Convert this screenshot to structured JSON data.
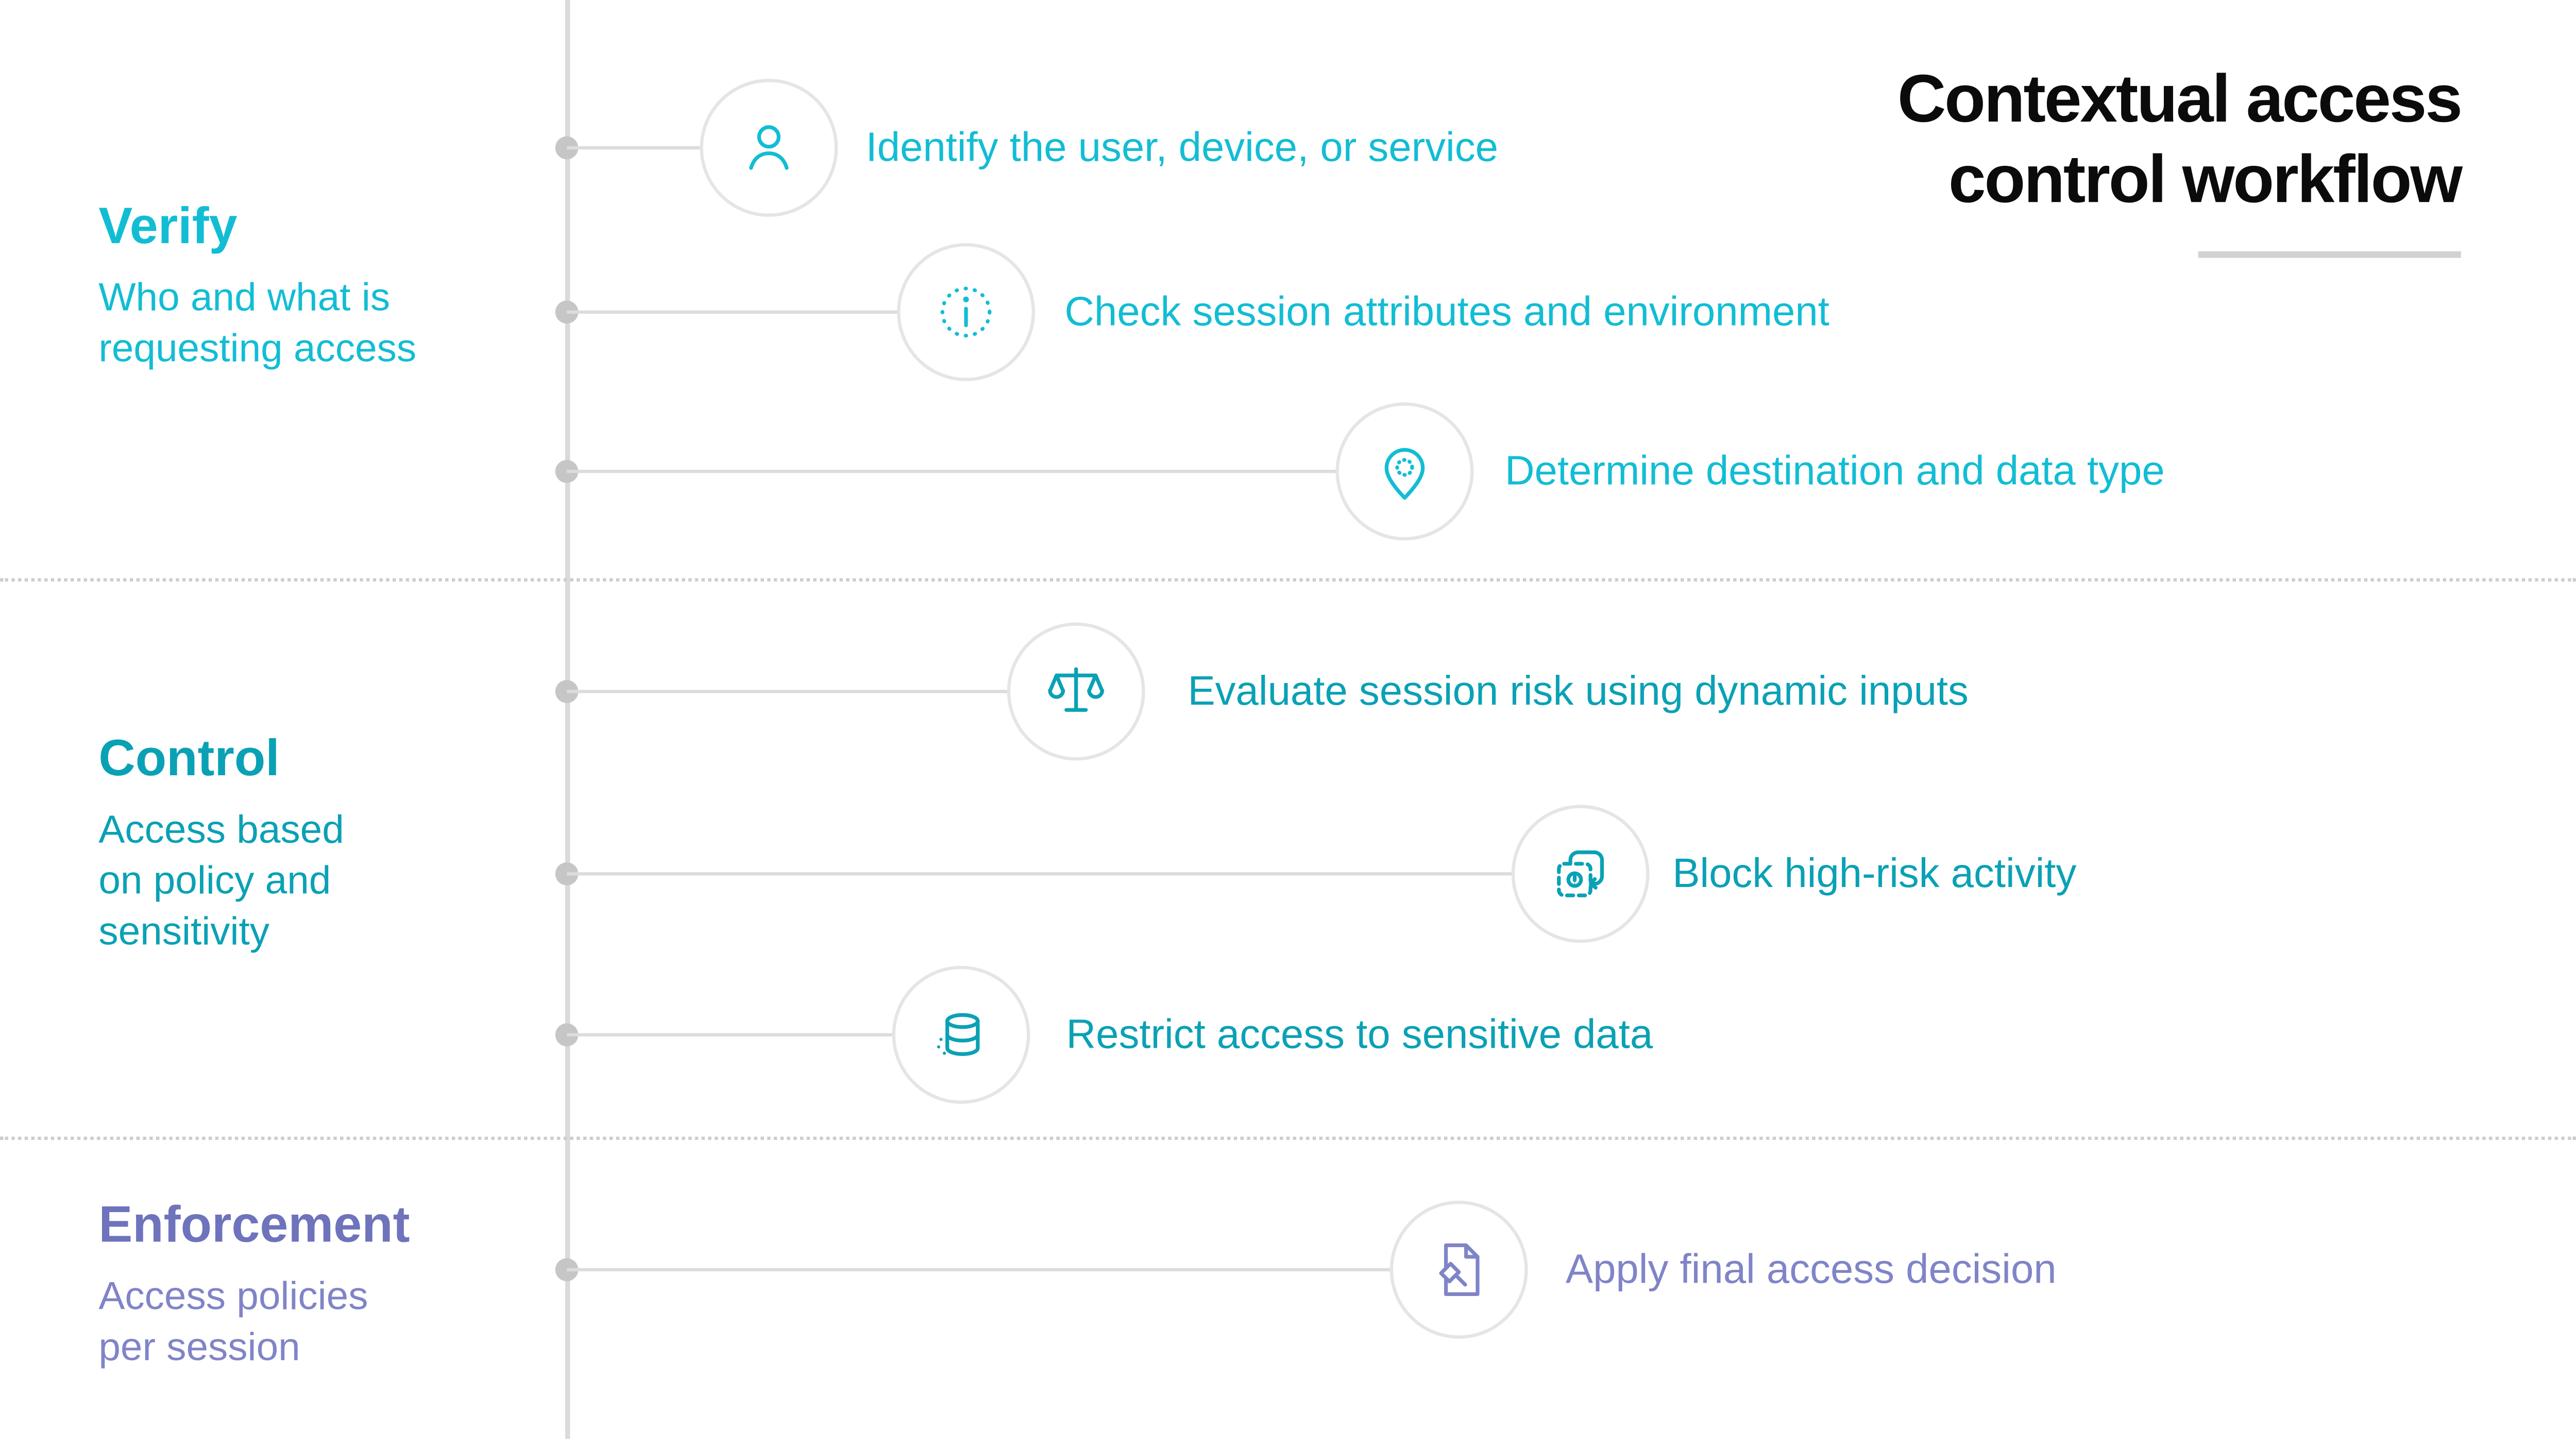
{
  "title": {
    "line1": "Contextual access",
    "line2": "control workflow"
  },
  "colors": {
    "verify_accent": "#12bdd4",
    "control_accent": "#0aa1b5",
    "enforcement_accent": "#8084c7",
    "enforcement_heading": "#6e73bc",
    "title_text": "#0b0b0b",
    "timeline_gray": "#dadada",
    "dot_gray": "#c6c6c6",
    "badge_border": "#e5e5e5",
    "divider_dotted": "#cdcdcd"
  },
  "sections": [
    {
      "heading": "Verify",
      "subtitle_lines": [
        "Who and what is",
        "requesting access"
      ]
    },
    {
      "heading": "Control",
      "subtitle_lines": [
        "Access based",
        "on policy and",
        "sensitivity"
      ]
    },
    {
      "heading": "Enforcement",
      "subtitle_lines": [
        "Access policies",
        "per session"
      ]
    }
  ],
  "steps": [
    {
      "label": "Identify the user, device, or service",
      "icon": "user-icon",
      "section": "Verify"
    },
    {
      "label": "Check session attributes and environment",
      "icon": "info-icon",
      "section": "Verify"
    },
    {
      "label": "Determine destination and data type",
      "icon": "location-pin-icon",
      "section": "Verify"
    },
    {
      "label": "Evaluate session risk using dynamic inputs",
      "icon": "scales-icon",
      "section": "Control"
    },
    {
      "label": "Block high-risk activity",
      "icon": "block-session-icon",
      "section": "Control"
    },
    {
      "label": "Restrict access to sensitive data",
      "icon": "database-icon",
      "section": "Control"
    },
    {
      "label": "Apply final access decision",
      "icon": "document-gavel-icon",
      "section": "Enforcement"
    }
  ]
}
